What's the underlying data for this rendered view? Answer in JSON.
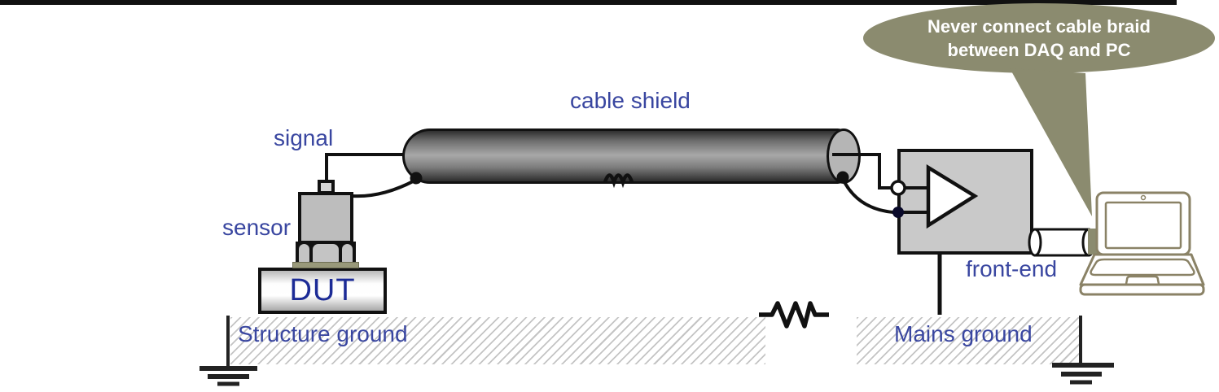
{
  "callout": {
    "line1": "Never connect cable braid",
    "line2": "between DAQ and PC"
  },
  "labels": {
    "signal": "signal",
    "sensor": "sensor",
    "cable_shield": "cable shield",
    "dut": "DUT",
    "front_end": "front-end",
    "structure_ground": "Structure ground",
    "mains_ground": "Mains ground"
  },
  "colors": {
    "label_blue": "#3946a0",
    "dut_blue": "#1c2b96",
    "callout_fill": "#8b8b6f",
    "callout_text": "#ffffff",
    "laptop_outline": "#8a8266",
    "wire_black": "#111111",
    "shield_dark": "#2f2f2f",
    "shield_light": "#a8a8a8",
    "front_end_fill": "#c9c9c9",
    "hatch_gray": "#c4c4c4",
    "sensor_pad_olive": "#99997a"
  },
  "icons": {
    "amplifier": "right-pointing triangle",
    "ground": "three stacked shrinking bars",
    "resistor": "zigzag",
    "laptop": "open laptop outline",
    "callout_bubble": "ellipse speech bubble with tail"
  }
}
